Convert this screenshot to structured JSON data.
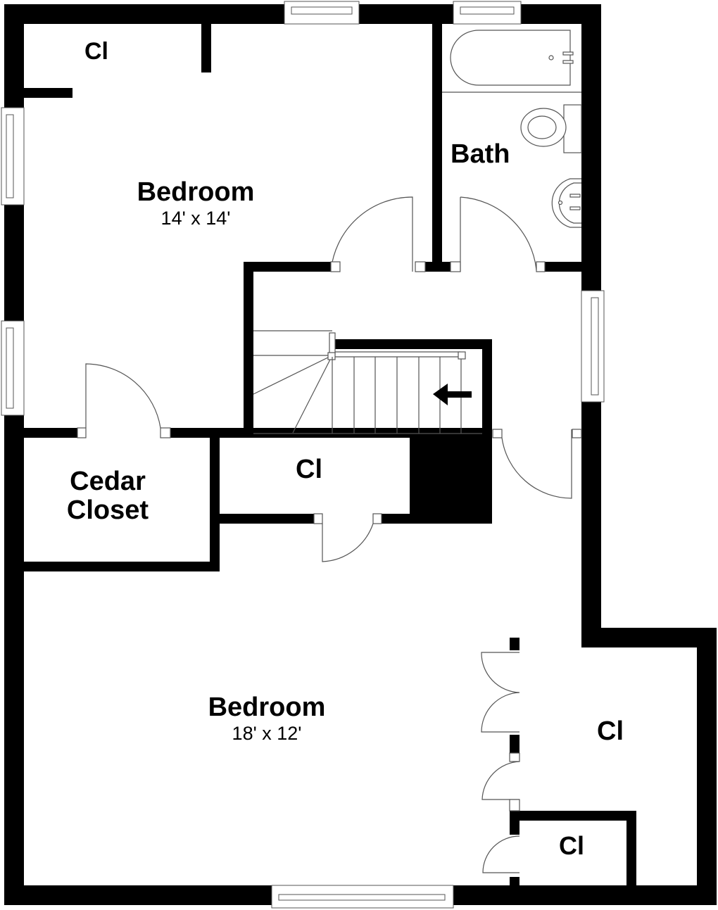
{
  "plan": {
    "wall_color": "#000000",
    "line_color": "#555555",
    "background": "#ffffff"
  },
  "rooms": {
    "bedroom_top": {
      "name": "Bedroom",
      "dimensions": "14' x 14'"
    },
    "bedroom_bottom": {
      "name": "Bedroom",
      "dimensions": "18' x 12'"
    },
    "bath": {
      "name": "Bath"
    },
    "cedar_closet": {
      "name_line1": "Cedar",
      "name_line2": "Closet"
    },
    "closet_top_left": {
      "name": "Cl"
    },
    "closet_center": {
      "name": "Cl"
    },
    "closet_right_large": {
      "name": "Cl"
    },
    "closet_right_small": {
      "name": "Cl"
    }
  },
  "icons": {
    "stair_direction": "arrow-left"
  }
}
